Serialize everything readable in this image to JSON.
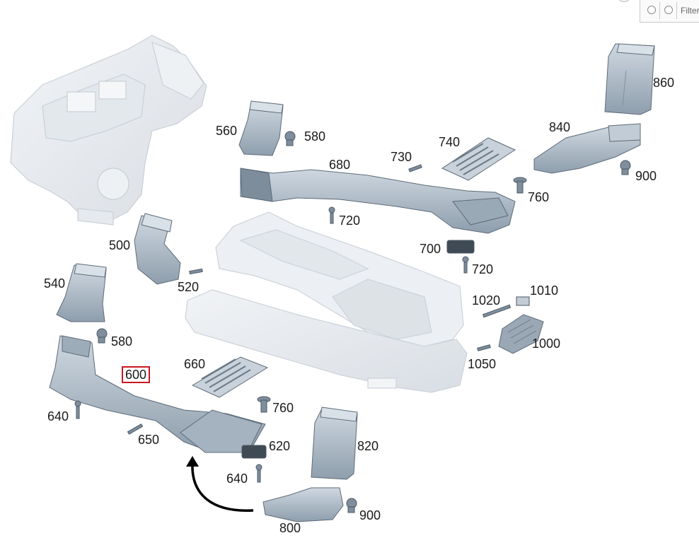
{
  "filter": {
    "placeholder": "Filter"
  },
  "labels": {
    "p560": "560",
    "p580a": "580",
    "p680": "680",
    "p730": "730",
    "p740": "740",
    "p860": "860",
    "p840": "840",
    "p900a": "900",
    "p760a": "760",
    "p720a": "720",
    "p700": "700",
    "p720b": "720",
    "p500": "500",
    "p520": "520",
    "p540": "540",
    "p580b": "580",
    "p1020": "1020",
    "p1010": "1010",
    "p1000": "1000",
    "p1050": "1050",
    "p660": "660",
    "p600": "600",
    "p760b": "760",
    "p640a": "640",
    "p650": "650",
    "p620": "620",
    "p820": "820",
    "p640b": "640",
    "p900b": "900",
    "p800": "800"
  },
  "selected_part": "600",
  "colors": {
    "part": "#b3c0cc",
    "part_dark": "#6e7e8c",
    "ghost": "#e8ecf0",
    "highlight": "#c8191f"
  }
}
